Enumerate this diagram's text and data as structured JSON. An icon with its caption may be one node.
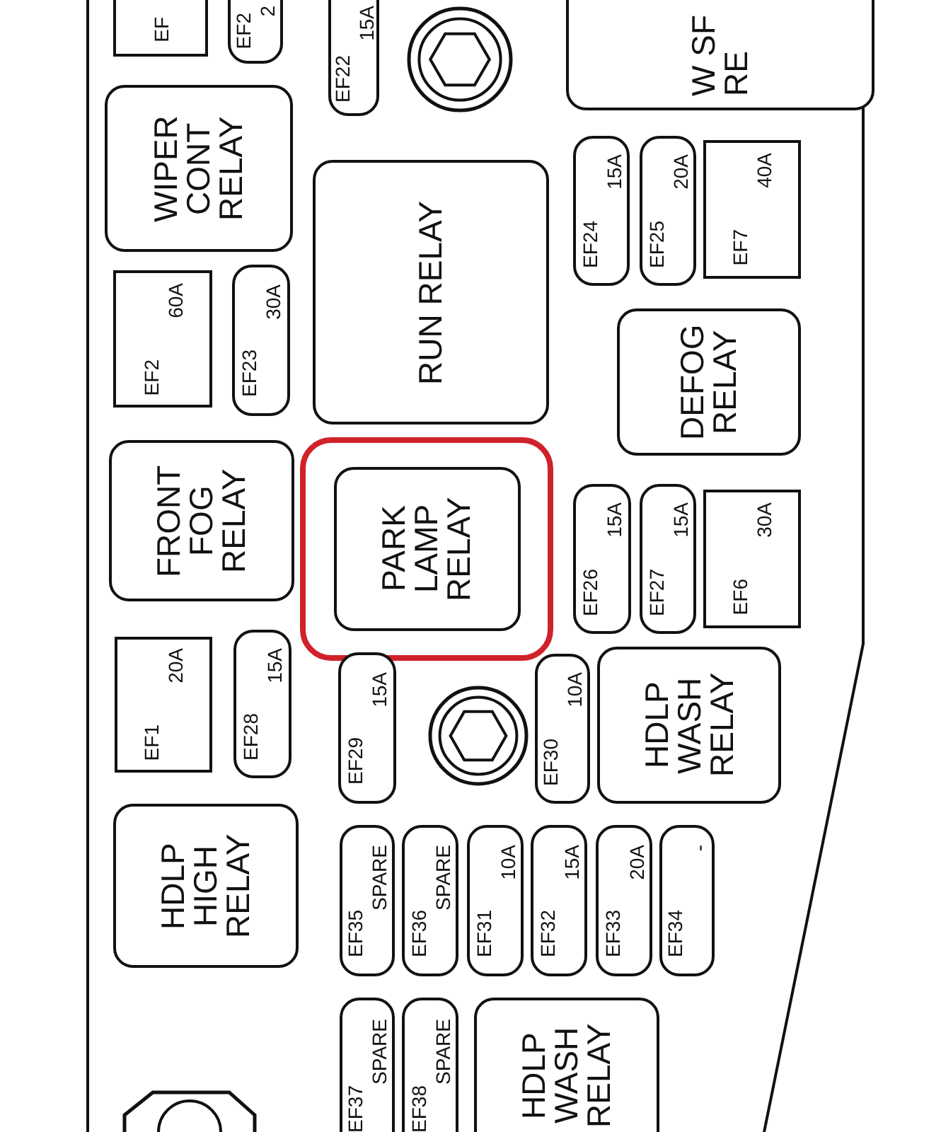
{
  "diagram": {
    "nodes": [
      {
        "text": [
          "EF"
        ]
      },
      {
        "text": [
          "EF2",
          "2"
        ]
      },
      {
        "text": [
          "EF22",
          "15A"
        ]
      },
      {
        "text": [
          "W SF RE"
        ]
      },
      {
        "text": [
          "WIPER CONT RELAY"
        ]
      },
      {
        "text": [
          "RUN RELAY"
        ]
      },
      {
        "text": [
          "EF24",
          "15A"
        ]
      },
      {
        "text": [
          "EF25",
          "20A"
        ]
      },
      {
        "text": [
          "EF7",
          "40A"
        ]
      },
      {
        "text": [
          "EF2",
          "60A"
        ]
      },
      {
        "text": [
          "EF23",
          "30A"
        ]
      },
      {
        "text": [
          "DEFOG RELAY"
        ]
      },
      {
        "text": [],
        "shape": "box"
      },
      {
        "text": [
          "PARK LAMP RELAY"
        ],
        "in": 12
      },
      {
        "text": [
          "FRONT FOG RELAY"
        ]
      },
      {
        "text": [
          "EF26",
          "15A"
        ]
      },
      {
        "text": [
          "EF27",
          "15A"
        ]
      },
      {
        "text": [
          "EF6",
          "30A"
        ]
      },
      {
        "text": [
          "EF1",
          "20A"
        ]
      },
      {
        "text": [
          "EF28",
          "15A"
        ]
      },
      {
        "text": [
          "EF29",
          "15A"
        ]
      },
      {
        "text": [
          "EF30",
          "10A"
        ]
      },
      {
        "text": [
          "HDLP WASH RELAY"
        ]
      },
      {
        "text": [
          "HDLP HIGH RELAY"
        ]
      },
      {
        "text": [
          "EF35",
          "SPARE"
        ]
      },
      {
        "text": [
          "EF36",
          "SPARE"
        ]
      },
      {
        "text": [
          "EF31",
          "10A"
        ]
      },
      {
        "text": [
          "EF32",
          "15A"
        ]
      },
      {
        "text": [
          "EF33",
          "20A"
        ]
      },
      {
        "text": [
          "EF34",
          "-"
        ]
      },
      {
        "text": [
          "EF37",
          "SPARE"
        ]
      },
      {
        "text": [
          "EF38",
          "SPARE"
        ]
      },
      {
        "text": [
          "HDLP WASH RELAY"
        ]
      }
    ]
  }
}
